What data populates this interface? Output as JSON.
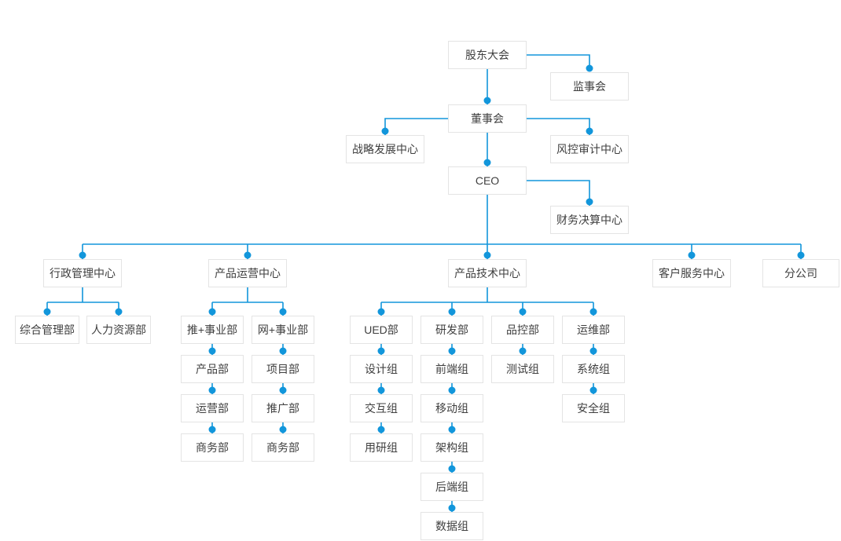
{
  "colors": {
    "connector": "#1296db",
    "node_border": "#e4e4e4",
    "node_text": "#3f3f3f",
    "node_background": "#ffffff"
  },
  "org": {
    "shareholders_meeting": "股东大会",
    "supervisory_board": "监事会",
    "board_of_directors": "董事会",
    "strategy_center": "战略发展中心",
    "risk_audit_center": "风控审计中心",
    "ceo": "CEO",
    "finance_center": "财务决算中心",
    "divisions": [
      {
        "label": "行政管理中心",
        "departments": [
          {
            "label": "综合管理部",
            "chain": []
          },
          {
            "label": "人力资源部",
            "chain": []
          }
        ]
      },
      {
        "label": "产品运营中心",
        "departments": [
          {
            "label": "推+事业部",
            "chain": [
              "产品部",
              "运营部",
              "商务部"
            ]
          },
          {
            "label": "网+事业部",
            "chain": [
              "项目部",
              "推广部",
              "商务部"
            ]
          }
        ]
      },
      {
        "label": "产品技术中心",
        "departments": [
          {
            "label": "UED部",
            "chain": [
              "设计组",
              "交互组",
              "用研组"
            ]
          },
          {
            "label": "研发部",
            "chain": [
              "前端组",
              "移动组",
              "架构组",
              "后端组",
              "数据组"
            ]
          },
          {
            "label": "品控部",
            "chain": [
              "测试组"
            ]
          },
          {
            "label": "运维部",
            "chain": [
              "系统组",
              "安全组"
            ]
          }
        ]
      },
      {
        "label": "客户服务中心",
        "departments": []
      },
      {
        "label": "分公司",
        "departments": []
      }
    ]
  }
}
